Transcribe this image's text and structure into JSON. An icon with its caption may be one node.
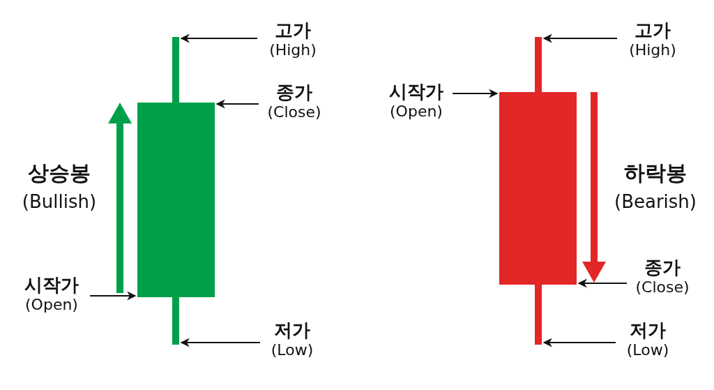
{
  "diagram": {
    "nodes": [
      {
        "text": [],
        "shape": "bar"
      },
      {
        "text": [],
        "shape": "bar"
      },
      {
        "text": [],
        "shape": "bar"
      },
      {
        "text": [
          "고가",
          "(High)"
        ]
      },
      {
        "text": [
          "종가",
          "(Close)"
        ]
      },
      {
        "text": [
          "시작가",
          "(Open)"
        ]
      },
      {
        "text": [
          "저가",
          "(Low)"
        ]
      },
      {
        "text": [],
        "shape": "bar"
      },
      {
        "text": [],
        "shape": "bar"
      },
      {
        "text": [],
        "shape": "bar"
      },
      {
        "text": [
          "고가",
          "(High)"
        ]
      },
      {
        "text": [
          "시작가",
          "(Open)"
        ]
      },
      {
        "text": [
          "종가",
          "(Close)"
        ]
      },
      {
        "text": [
          "저가",
          "(Low)"
        ]
      }
    ],
    "edges": [
      {
        "from": 3,
        "to": 0,
        "arrow": "to"
      },
      {
        "from": 4,
        "to": 1,
        "arrow": "to"
      },
      {
        "from": 5,
        "to": 1,
        "arrow": "to"
      },
      {
        "from": 6,
        "to": 2,
        "arrow": "to"
      },
      {
        "from": 10,
        "to": 7,
        "arrow": "to"
      },
      {
        "from": 11,
        "to": 8,
        "arrow": "to"
      },
      {
        "from": 12,
        "to": 8,
        "arrow": "to"
      },
      {
        "from": 13,
        "to": 9,
        "arrow": "to"
      }
    ],
    "labels": [
      "상승봉",
      "(Bullish)",
      "하락봉",
      "(Bearish)"
    ]
  }
}
